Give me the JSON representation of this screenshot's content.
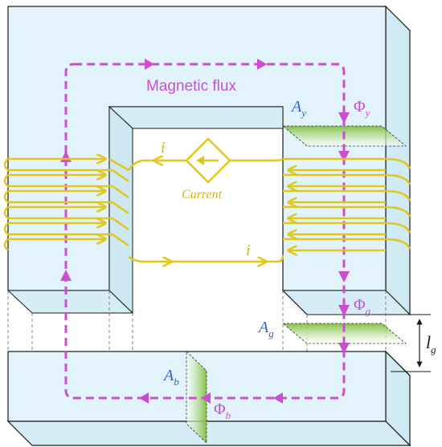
{
  "labels": {
    "flux_caption": "Magnetic flux",
    "current_caption": "Current",
    "current_symbol_top": "i",
    "current_symbol_bottom": "i",
    "area_y_base": "A",
    "area_y_sub": "y",
    "area_g_base": "A",
    "area_g_sub": "g",
    "area_b_base": "A",
    "area_b_sub": "b",
    "flux_y_base": "Φ",
    "flux_y_sub": "y",
    "flux_g_base": "Φ",
    "flux_g_sub": "g",
    "flux_b_base": "Φ",
    "flux_b_sub": "b",
    "gap_length_base": "l",
    "gap_length_sub": "g"
  },
  "colors": {
    "core_fill": "#e2f3fb",
    "core_stroke": "#1a1a1a",
    "flux_path": "#c94fd0",
    "coil": "#e0c71a",
    "area_blue": "#2f63d6",
    "cross_section_green": "#8bc34a"
  },
  "icons": {
    "current_source": "current-source-diamond-icon",
    "gap_dimension": "double-arrow-icon"
  }
}
